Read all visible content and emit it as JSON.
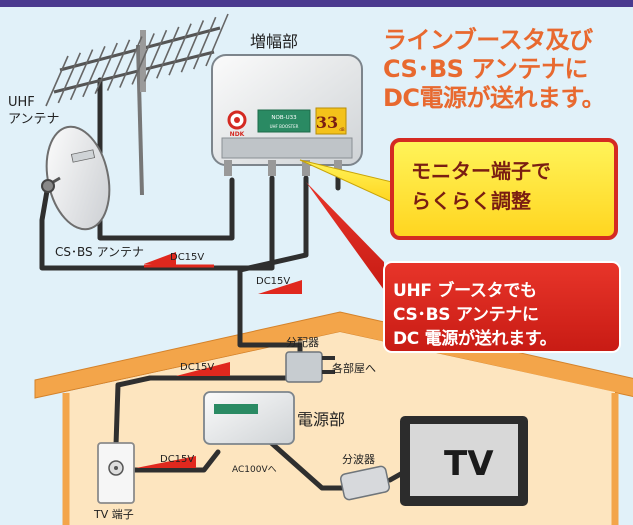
{
  "headline": {
    "lines": [
      "ラインブースタ及び",
      "CS･BS アンテナに",
      "DC電源が送れます。"
    ],
    "color": "#e8692f"
  },
  "callouts": {
    "monitor": {
      "lines": [
        "モニター端子で",
        "らくらく調整"
      ]
    },
    "uhf_booster": {
      "lines": [
        "UHF ブースタでも",
        "CS･BS アンテナに",
        "DC 電源が送れます。"
      ]
    }
  },
  "labels": {
    "amplifier": "増幅部",
    "uhf_antenna": [
      "UHF",
      "アンテナ"
    ],
    "csbs_antenna": "CS･BS アンテナ",
    "dc15v_1": "DC15V",
    "dc15v_2": "DC15V",
    "dc15v_3": "DC15V",
    "dc15v_4": "DC15V",
    "distributor": "分配器",
    "to_rooms": "各部屋へ",
    "power_unit": "電源部",
    "ac100v": "AC100Vへ",
    "splitter": "分波器",
    "tv": "TV",
    "tv_terminal": "TV 端子"
  },
  "device": {
    "model": "NOB-U33",
    "brand": "NDK",
    "gain": "33",
    "gain_unit": "dB",
    "subtitle": "UHF BOOSTER"
  },
  "colors": {
    "topbar": "#4a3a8f",
    "house_wall": "#fde5bf",
    "house_roof": "#f3a54a",
    "cable": "#2f2f2f",
    "arrow_red": "#e0281e",
    "yellow_callout": "#ffe83a"
  }
}
